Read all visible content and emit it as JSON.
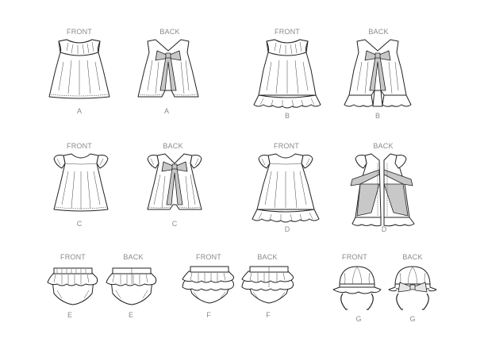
{
  "views": [
    {
      "id": "A-front",
      "view": "FRONT",
      "letter": "A",
      "garment": "top, ruffle yoke neckline, sleeveless"
    },
    {
      "id": "A-back",
      "view": "BACK",
      "letter": "A",
      "garment": "top, open back with bow tie"
    },
    {
      "id": "B-front",
      "view": "FRONT",
      "letter": "B",
      "garment": "dress, ruffle yoke neckline, ruffle hem"
    },
    {
      "id": "B-back",
      "view": "BACK",
      "letter": "B",
      "garment": "dress, open back with bow tie, ruffle hem"
    },
    {
      "id": "C-front",
      "view": "FRONT",
      "letter": "C",
      "garment": "top, flutter sleeves"
    },
    {
      "id": "C-back",
      "view": "BACK",
      "letter": "C",
      "garment": "top, flutter sleeves, bow tie back"
    },
    {
      "id": "D-front",
      "view": "FRONT",
      "letter": "D",
      "garment": "dress, flutter sleeves, ruffle hem"
    },
    {
      "id": "D-back",
      "view": "BACK",
      "letter": "D",
      "garment": "dress, flutter sleeves, open back with ties"
    },
    {
      "id": "E-front",
      "view": "FRONT",
      "letter": "E",
      "garment": "bloomers, single ruffle"
    },
    {
      "id": "E-back",
      "view": "BACK",
      "letter": "E",
      "garment": "bloomers, single ruffle"
    },
    {
      "id": "F-front",
      "view": "FRONT",
      "letter": "F",
      "garment": "bloomers, double ruffle"
    },
    {
      "id": "F-back",
      "view": "BACK",
      "letter": "F",
      "garment": "bloomers, double ruffle"
    },
    {
      "id": "G-front",
      "view": "FRONT",
      "letter": "G",
      "garment": "sun hat with ruffle brim and ties"
    },
    {
      "id": "G-back",
      "view": "BACK",
      "letter": "G",
      "garment": "sun hat with bow"
    }
  ],
  "colors": {
    "line": "#222222",
    "label": "#8a8a8a",
    "shade": "#c8c8c8",
    "background": "#ffffff"
  }
}
